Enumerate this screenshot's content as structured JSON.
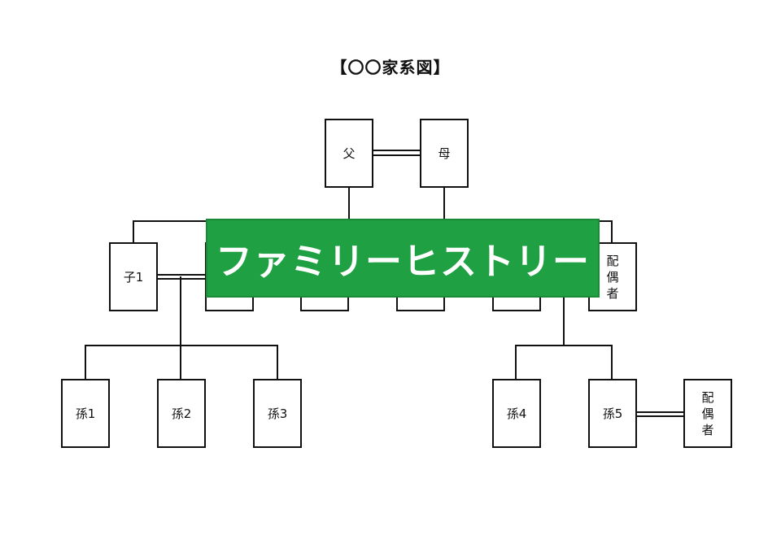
{
  "title": "【〇〇家系図】",
  "banner": "ファミリーヒストリー",
  "people": {
    "father": "父",
    "mother": "母",
    "child1": "子1",
    "sibling_spouse": "配偶者",
    "grandchild1": "孫1",
    "grandchild2": "孫2",
    "grandchild3": "孫3",
    "grandchild4": "孫4",
    "grandchild5": "孫5",
    "grandchild5_spouse": "配偶者"
  },
  "colors": {
    "banner_background": "#1fa043",
    "line": "#111111"
  }
}
